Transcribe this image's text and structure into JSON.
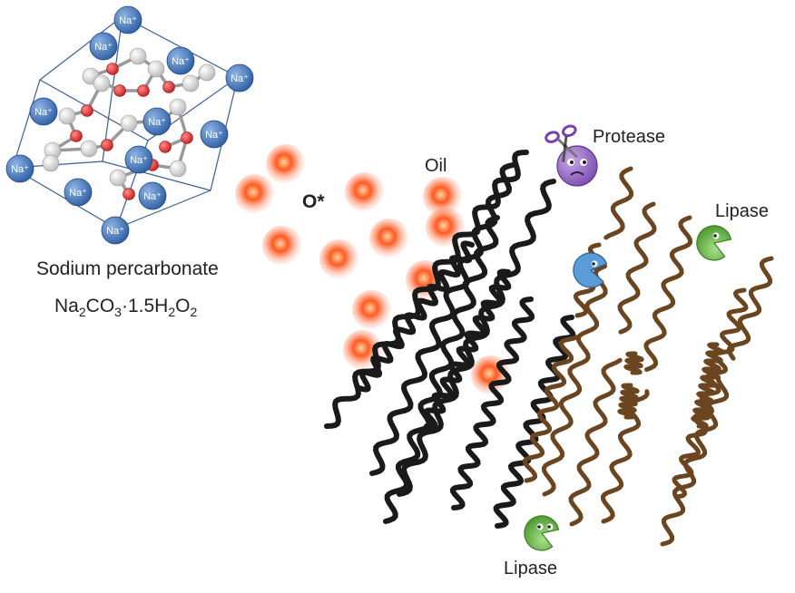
{
  "labels": {
    "compound_name": "Sodium percarbonate",
    "formula_parts": [
      "Na",
      "2",
      "CO",
      "3",
      "·1.5H",
      "2",
      "O",
      "2"
    ],
    "oxygen": "O*",
    "oil": "Oil",
    "protease": "Protease",
    "lipase_top": "Lipase",
    "lipase_bottom": "Lipase",
    "sodium_ion": "Na⁺"
  },
  "colors": {
    "background": "#ffffff",
    "sodium": "#3a6fb5",
    "oxygen_atom": "#d62b2b",
    "carbon_atom": "#e8e8e8",
    "radical": "#f04a1a",
    "oil_strand": "#1a1a1a",
    "soil_strand": "#6b4520",
    "protease": "#9b6bc8",
    "lipase": "#6ab84a",
    "enzyme_blue": "#5a9bd8"
  },
  "icons": [
    "scissors-icon",
    "protease-face-icon",
    "lipase-pacman-icon",
    "blue-enzyme-icon"
  ]
}
